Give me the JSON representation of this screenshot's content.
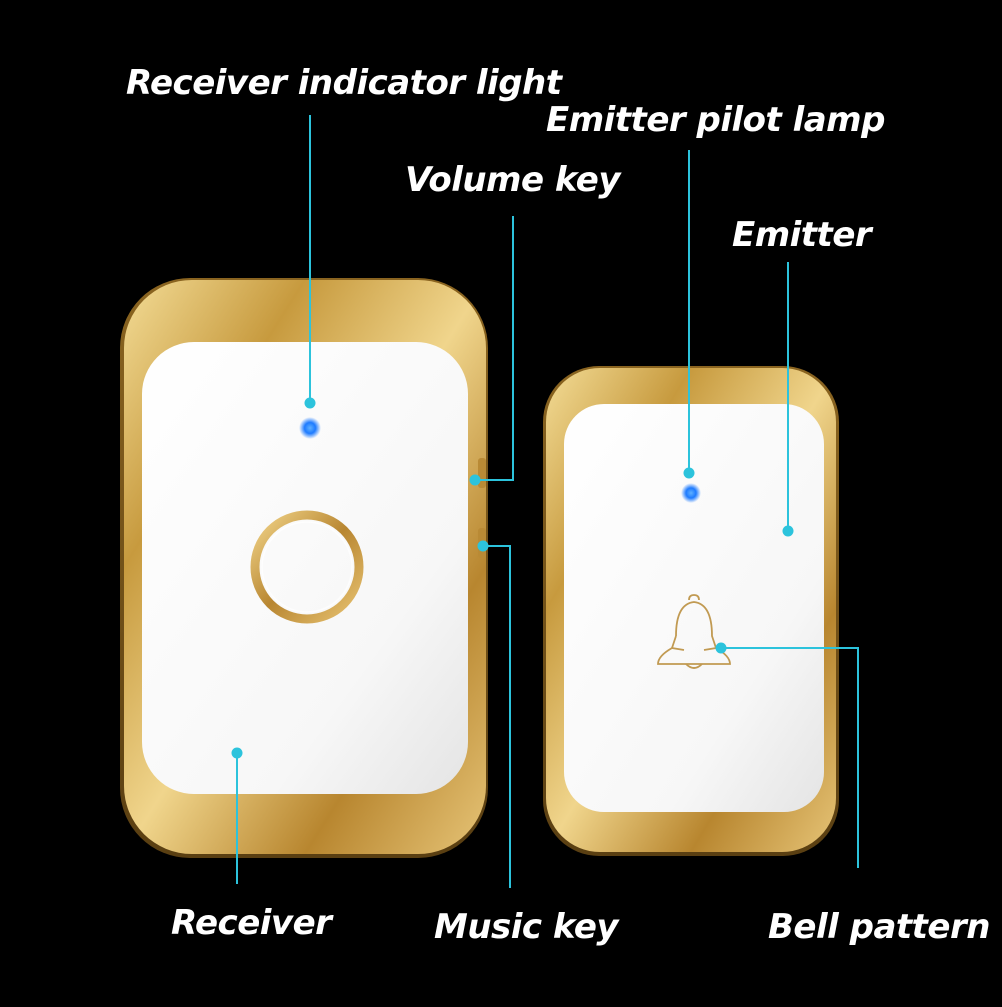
{
  "labels": {
    "receiver_indicator_light": "Receiver indicator light",
    "emitter_pilot_lamp": "Emitter pilot lamp",
    "volume_key": "Volume key",
    "emitter": "Emitter",
    "receiver": "Receiver",
    "music_key": "Music key",
    "bell_pattern": "Bell pattern"
  },
  "colors": {
    "background": "#000000",
    "callout_line": "#2cc3dc",
    "gold_frame": "#c9a14a",
    "device_face": "#ffffff",
    "indicator_led": "#1e7bff"
  },
  "icons": {
    "receiver_button": "gold-ring-button-icon",
    "emitter_symbol": "bell-icon"
  }
}
